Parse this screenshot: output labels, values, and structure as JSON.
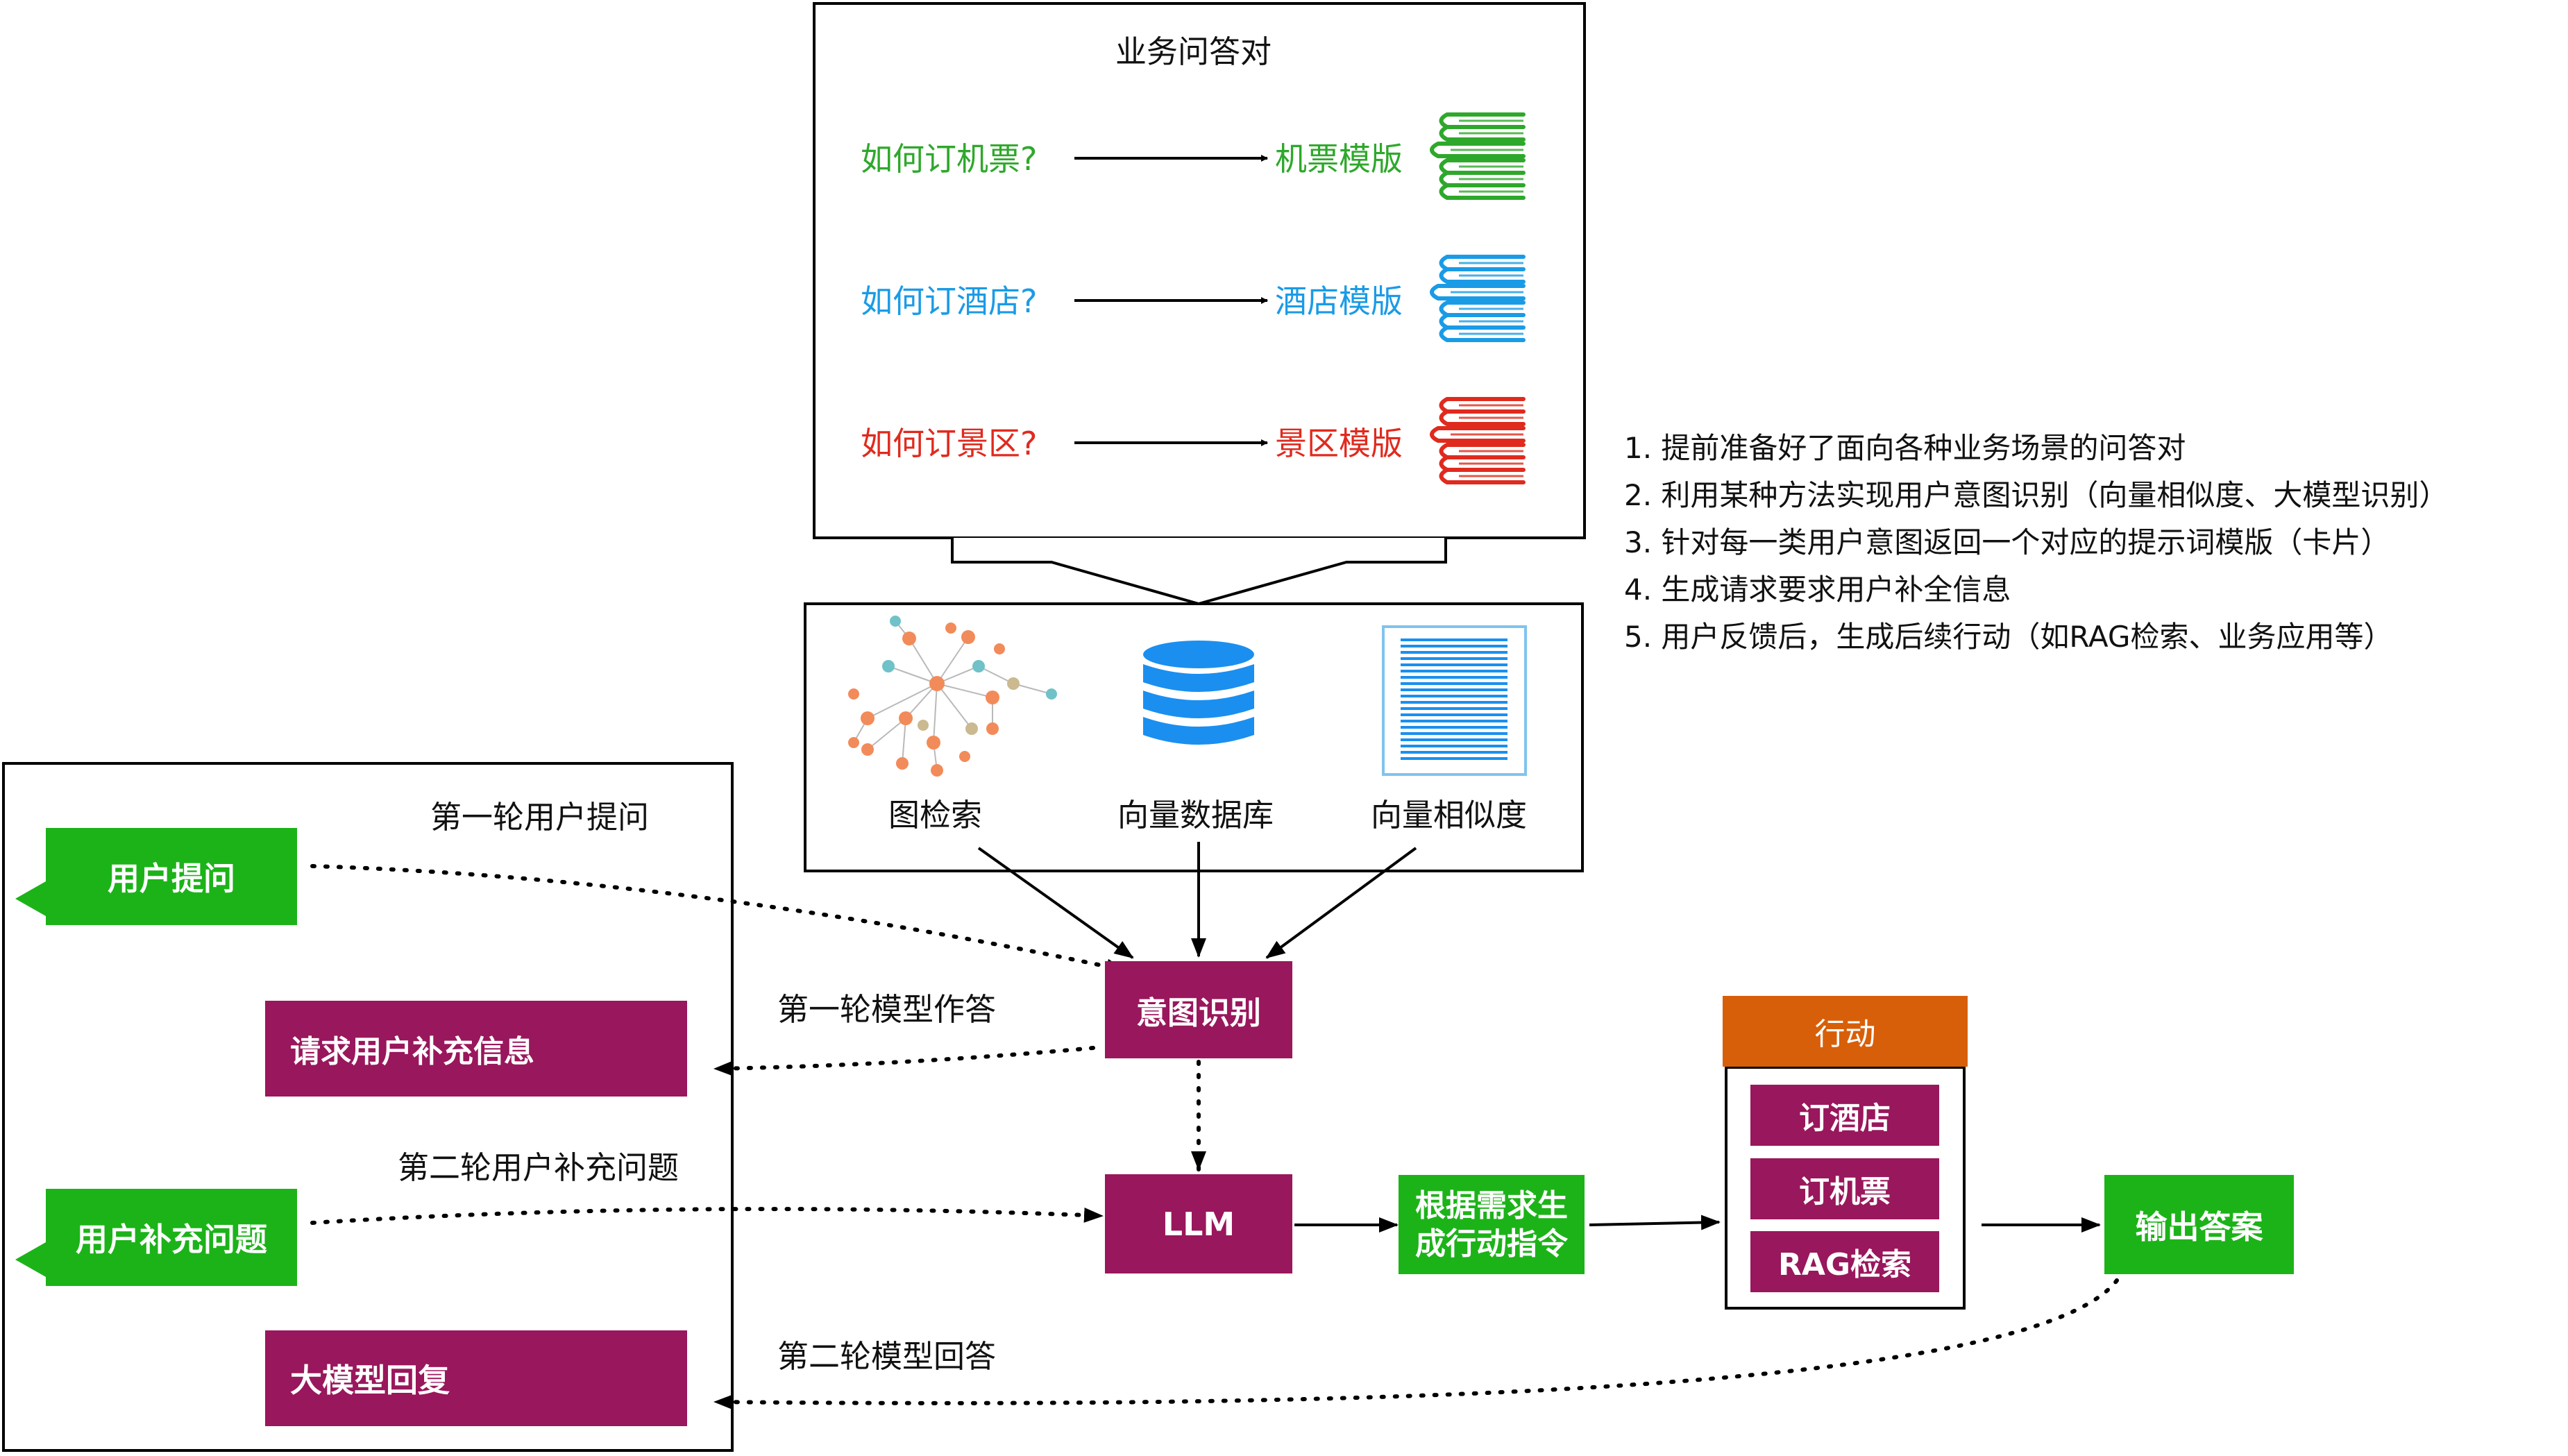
{
  "qa_panel": {
    "title": "业务问答对",
    "pairs": [
      {
        "question": "如何订机票?",
        "template": "机票模版",
        "color": "#2ea82b"
      },
      {
        "question": "如何订酒店?",
        "template": "酒店模版",
        "color": "#1a9be6"
      },
      {
        "question": "如何订景区?",
        "template": "景区模版",
        "color": "#e02a1e"
      }
    ]
  },
  "methods": [
    {
      "label": "图检索",
      "icon": "graph-network-icon"
    },
    {
      "label": "向量数据库",
      "icon": "database-icon"
    },
    {
      "label": "向量相似度",
      "icon": "barcode-icon"
    }
  ],
  "steps": [
    "1.  提前准备好了面向各种业务场景的问答对",
    "2.  利用某种方法实现用户意图识别（向量相似度、大模型识别）",
    "3.  针对每一类用户意图返回一个对应的提示词模版（卡片）",
    "4.  生成请求要求用户补全信息",
    "5.  用户反馈后，生成后续行动（如RAG检索、业务应用等）"
  ],
  "chat": {
    "user_question": "用户提问",
    "request_info": "请求用户补充信息",
    "user_supplement": "用户补充问题",
    "model_reply": "大模型回复"
  },
  "edge_labels": {
    "round1_user": "第一轮用户提问",
    "round1_model": "第一轮模型作答",
    "round2_user": "第二轮用户补充问题",
    "round2_model": "第二轮模型回答"
  },
  "nodes": {
    "intent": "意图识别",
    "llm": "LLM",
    "generate_line1": "根据需求生",
    "generate_line2": "成行动指令",
    "output": "输出答案"
  },
  "action": {
    "header": "行动",
    "items": [
      "订酒店",
      "订机票",
      "RAG检索"
    ]
  },
  "colors": {
    "green": "#1cb319",
    "purple": "#99175c",
    "orange": "#d85f09",
    "blue": "#1a9be6",
    "red": "#e02a1e"
  }
}
